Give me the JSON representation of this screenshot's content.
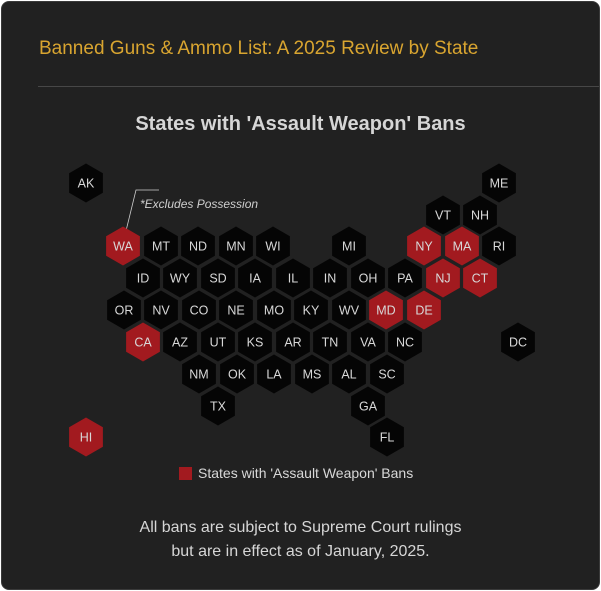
{
  "header": {
    "title": "Banned Guns & Ammo List: A 2025 Review by State"
  },
  "map": {
    "title": "States with 'Assault Weapon' Bans",
    "highlight_color": "#a21a1f",
    "default_color": "#050505",
    "annotation": "*Excludes Possession",
    "annotation_target": "WA",
    "states": [
      {
        "abbr": "AK",
        "banned": false
      },
      {
        "abbr": "ME",
        "banned": false
      },
      {
        "abbr": "VT",
        "banned": false
      },
      {
        "abbr": "NH",
        "banned": false
      },
      {
        "abbr": "WA",
        "banned": true
      },
      {
        "abbr": "MT",
        "banned": false
      },
      {
        "abbr": "ND",
        "banned": false
      },
      {
        "abbr": "MN",
        "banned": false
      },
      {
        "abbr": "WI",
        "banned": false
      },
      {
        "abbr": "MI",
        "banned": false
      },
      {
        "abbr": "NY",
        "banned": true
      },
      {
        "abbr": "MA",
        "banned": true
      },
      {
        "abbr": "RI",
        "banned": false
      },
      {
        "abbr": "ID",
        "banned": false
      },
      {
        "abbr": "WY",
        "banned": false
      },
      {
        "abbr": "SD",
        "banned": false
      },
      {
        "abbr": "IA",
        "banned": false
      },
      {
        "abbr": "IL",
        "banned": false
      },
      {
        "abbr": "IN",
        "banned": false
      },
      {
        "abbr": "OH",
        "banned": false
      },
      {
        "abbr": "PA",
        "banned": false
      },
      {
        "abbr": "NJ",
        "banned": true
      },
      {
        "abbr": "CT",
        "banned": true
      },
      {
        "abbr": "OR",
        "banned": false
      },
      {
        "abbr": "NV",
        "banned": false
      },
      {
        "abbr": "CO",
        "banned": false
      },
      {
        "abbr": "NE",
        "banned": false
      },
      {
        "abbr": "MO",
        "banned": false
      },
      {
        "abbr": "KY",
        "banned": false
      },
      {
        "abbr": "WV",
        "banned": false
      },
      {
        "abbr": "MD",
        "banned": true
      },
      {
        "abbr": "DE",
        "banned": true
      },
      {
        "abbr": "DC",
        "banned": false
      },
      {
        "abbr": "CA",
        "banned": true
      },
      {
        "abbr": "AZ",
        "banned": false
      },
      {
        "abbr": "UT",
        "banned": false
      },
      {
        "abbr": "KS",
        "banned": false
      },
      {
        "abbr": "AR",
        "banned": false
      },
      {
        "abbr": "TN",
        "banned": false
      },
      {
        "abbr": "VA",
        "banned": false
      },
      {
        "abbr": "NC",
        "banned": false
      },
      {
        "abbr": "NM",
        "banned": false
      },
      {
        "abbr": "OK",
        "banned": false
      },
      {
        "abbr": "LA",
        "banned": false
      },
      {
        "abbr": "MS",
        "banned": false
      },
      {
        "abbr": "AL",
        "banned": false
      },
      {
        "abbr": "SC",
        "banned": false
      },
      {
        "abbr": "TX",
        "banned": false
      },
      {
        "abbr": "GA",
        "banned": false
      },
      {
        "abbr": "HI",
        "banned": true
      },
      {
        "abbr": "FL",
        "banned": false
      }
    ]
  },
  "legend": {
    "label": "States with 'Assault Weapon' Bans"
  },
  "footer": {
    "line1": "All bans are subject to Supreme Court rulings",
    "line2": "but are in effect as of January, 2025."
  }
}
